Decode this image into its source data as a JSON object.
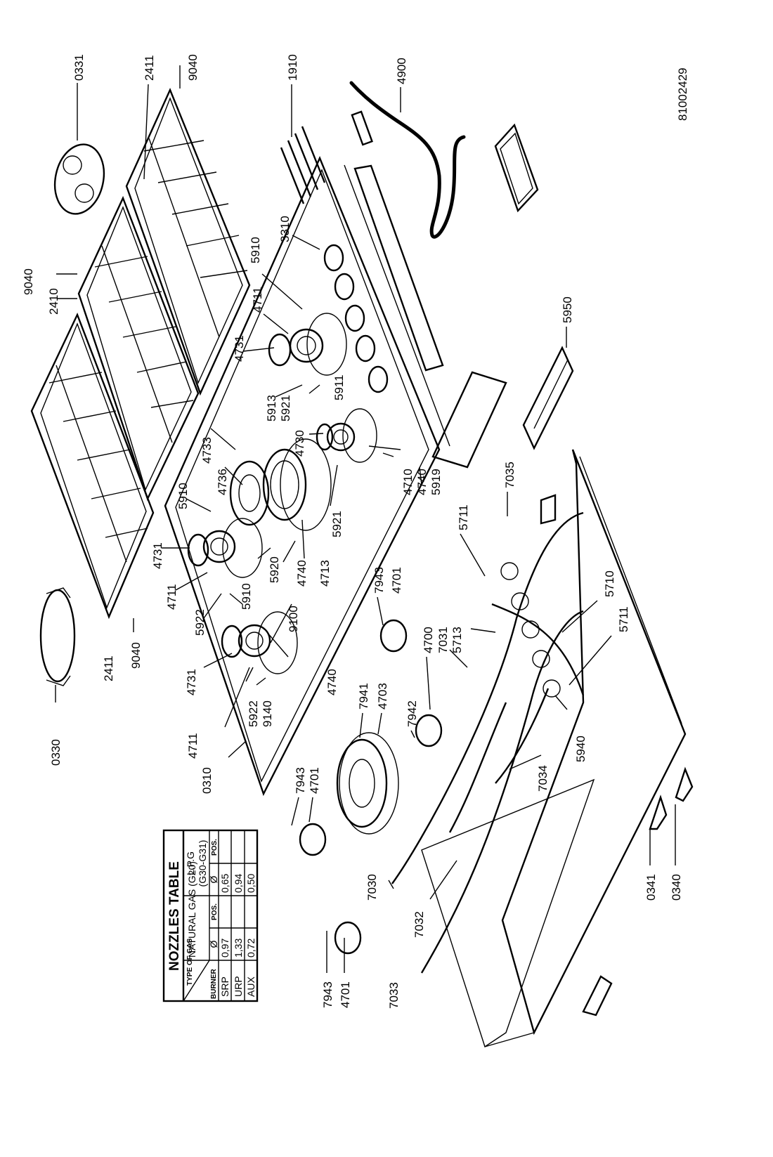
{
  "drawing_number": "81002429",
  "parts": {
    "p0331": "0331",
    "p2411a": "2411",
    "p9040a": "9040",
    "p1910": "1910",
    "p4900": "4900",
    "p9040b": "9040",
    "p2410": "2410",
    "p3310": "3310",
    "p5910a": "5910",
    "p4711a": "4711",
    "p4731a": "4731",
    "p5950": "5950",
    "p5913": "5913",
    "p5921a": "5921",
    "p5911": "5911",
    "p4733": "4733",
    "p4730": "4730",
    "p4736": "4736",
    "p5910b": "5910",
    "p4731b": "4731",
    "p4711b": "4711",
    "p5922a": "5922",
    "p5910c": "5910",
    "p5920": "5920",
    "p4740a": "4740",
    "p4713": "4713",
    "p5921b": "5921",
    "p4710": "4710",
    "p4740b": "4740",
    "p5919": "5919",
    "p7035": "7035",
    "p5711a": "5711",
    "p7943a": "7943",
    "p4701a": "4701",
    "p4700": "4700",
    "p7031": "7031",
    "p5713": "5713",
    "p5710": "5710",
    "p5711b": "5711",
    "p9100": "9100",
    "p4740c": "4740",
    "p4731c": "4731",
    "p5922b": "5922",
    "p9140": "9140",
    "p4711c": "4711",
    "p2411b": "2411",
    "p9040c": "9040",
    "p0330": "0330",
    "p7941": "7941",
    "p4703": "4703",
    "p7942": "7942",
    "p5940": "5940",
    "p7034": "7034",
    "p0310": "0310",
    "p7943b": "7943",
    "p4701b": "4701",
    "p7030": "7030",
    "p7032": "7032",
    "p0341": "0341",
    "p0340": "0340",
    "p7943c": "7943",
    "p4701c": "4701",
    "p7033": "7033"
  },
  "nozzles_table": {
    "title": "NOZZLES TABLE",
    "type_of_gas": "TYPE OF GAS",
    "burner": "BURNER",
    "natural_gas": "NATURAL GAS (G20)",
    "lpg_label": "L.P.G",
    "lpg_codes": "(G30-G31)",
    "col_diam": "Ø",
    "col_pos": "POS.",
    "rows": [
      {
        "burner": "SRP",
        "ng": "0,97",
        "lpg": "0,65"
      },
      {
        "burner": "URP",
        "ng": "1,33",
        "lpg": "0,94"
      },
      {
        "burner": "AUX",
        "ng": "0,72",
        "lpg": "0,50"
      }
    ]
  }
}
